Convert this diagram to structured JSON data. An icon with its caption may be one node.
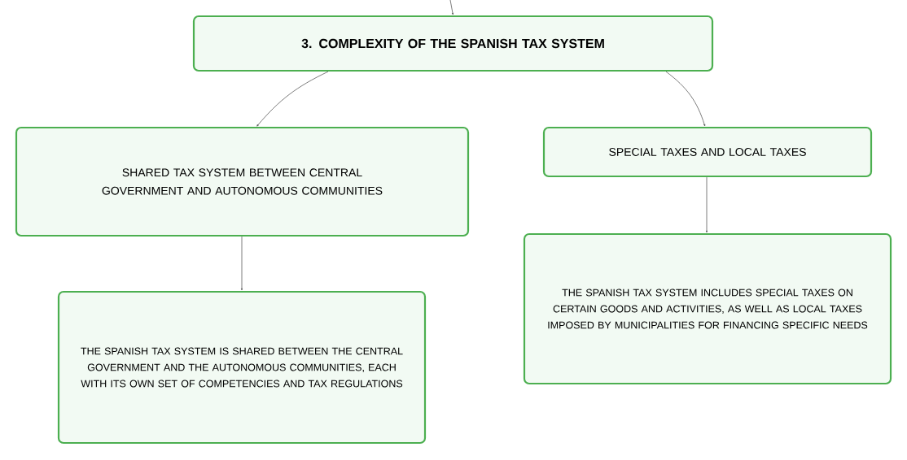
{
  "diagram": {
    "nodes": [
      {
        "text": [
          "3. COMPLEXITY OF THE SPANISH TAX SYSTEM"
        ]
      },
      {
        "text": [
          "SHARED TAX SYSTEM BETWEEN CENTRAL GOVERNMENT AND AUTONOMOUS COMMUNITIES"
        ]
      },
      {
        "text": [
          "SPECIAL TAXES AND LOCAL TAXES"
        ]
      },
      {
        "text": [
          "THE SPANISH TAX SYSTEM IS SHARED BETWEEN THE CENTRAL GOVERNMENT AND THE AUTONOMOUS COMMUNITIES, EACH WITH ITS OWN SET OF COMPETENCIES AND TAX REGULATIONS"
        ]
      },
      {
        "text": [
          "THE SPANISH TAX SYSTEM INCLUDES SPECIAL TAXES ON CERTAIN GOODS AND ACTIVITIES, AS WELL AS LOCAL TAXES IMPOSED BY MUNICIPALITIES FOR FINANCING SPECIFIC NEEDS"
        ]
      }
    ],
    "edges": [
      {
        "from": null,
        "to": 0,
        "arrow": "to"
      },
      {
        "from": 0,
        "to": 1,
        "arrow": "to"
      },
      {
        "from": 0,
        "to": 2,
        "arrow": "to"
      },
      {
        "from": 1,
        "to": 3,
        "arrow": "to"
      },
      {
        "from": 2,
        "to": 4,
        "arrow": "to"
      }
    ]
  }
}
